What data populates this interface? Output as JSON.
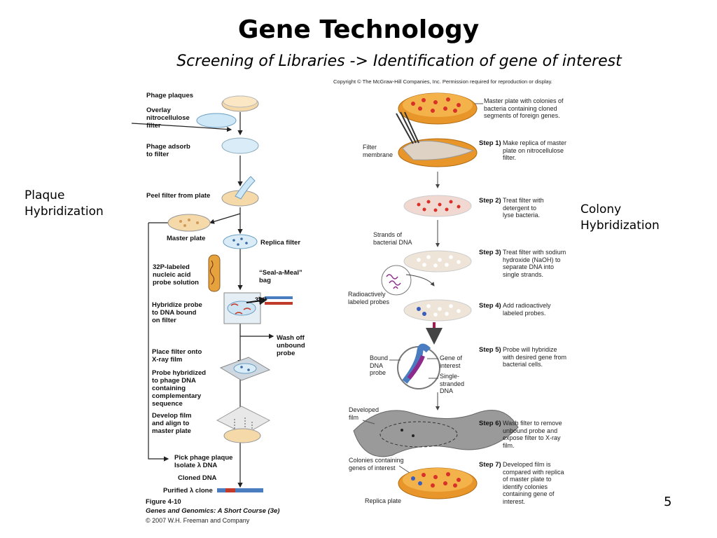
{
  "slide": {
    "title": "Gene Technology",
    "subtitle": "Screening of Libraries -> Identification of gene of interest",
    "left_label": "Plaque\nHybridization",
    "right_label": "Colony\nHybridization",
    "page_number": "5"
  },
  "plaque_figure": {
    "steps": [
      "Phage plaques",
      "Overlay\nnitrocellulose\nfilter",
      "Phage adsorb\nto filter",
      "Peel filter from plate",
      "Master plate",
      "Replica filter",
      "32P-labeled\nnucleic acid\nprobe solution",
      "“Seal-a-Meal”\nbag",
      "32P",
      "Hybridize probe\nto DNA bound\non filter",
      "Wash off\nunbound\nprobe",
      "Place filter onto\nX-ray film",
      "Probe hybridized\nto phage DNA\ncontaining\ncomplementary\nsequence",
      "Develop film\nand align to\nmaster plate",
      "Pick phage plaque\nIsolate λ DNA",
      "Cloned DNA",
      "Purified λ clone"
    ],
    "caption": {
      "figure": "Figure 4-10",
      "book": "Genes and Genomics: A Short Course (3e)",
      "copyright": "© 2007 W.H. Freeman and Company"
    }
  },
  "colony_figure": {
    "copyright": "Copyright © The McGraw-Hill Companies, Inc. Permission required for reproduction or display.",
    "master_plate_note": "Master plate with colonies of\nbacteria containing cloned\nsegments of foreign genes.",
    "labels": {
      "filter_membrane": "Filter\nmembrane",
      "strands": "Strands of\nbacterial DNA",
      "probes": "Radioactively\nlabeled probes",
      "bound_probe": "Bound\nDNA\nprobe",
      "gene_of_interest": "Gene of\ninterest",
      "single_stranded": "Single-\nstranded\nDNA",
      "developed_film": "Developed\nfilm",
      "colonies": "Colonies containing\ngenes of interest",
      "replica_plate": "Replica plate"
    },
    "steps": [
      {
        "num": "Step 1)",
        "text": "Make replica of master\nplate on nitrocellulose\nfilter."
      },
      {
        "num": "Step 2)",
        "text": "Treat filter with\ndetergent to\nlyse bacteria."
      },
      {
        "num": "Step 3)",
        "text": "Treat filter with sodium\nhydroxide (NaOH) to\nseparate DNA into\nsingle strands."
      },
      {
        "num": "Step 4)",
        "text": "Add radioactively\nlabeled probes."
      },
      {
        "num": "Step 5)",
        "text": "Probe will hybridize\nwith desired gene from\nbacterial cells."
      },
      {
        "num": "Step 6)",
        "text": "Wash filter to remove\nunbound probe and\nexpose filter to X-ray\nfilm."
      },
      {
        "num": "Step 7)",
        "text": "Developed film is\ncompared with replica\nof master plate to\nidentify colonies\ncontaining gene of\ninterest."
      }
    ]
  },
  "colors": {
    "plate_orange": "#f4a62a",
    "colony_red": "#d9302a",
    "filter_blue": "#d9ecf7",
    "probe_purple": "#8e2a8c",
    "dna_blue": "#4a7cc0"
  }
}
